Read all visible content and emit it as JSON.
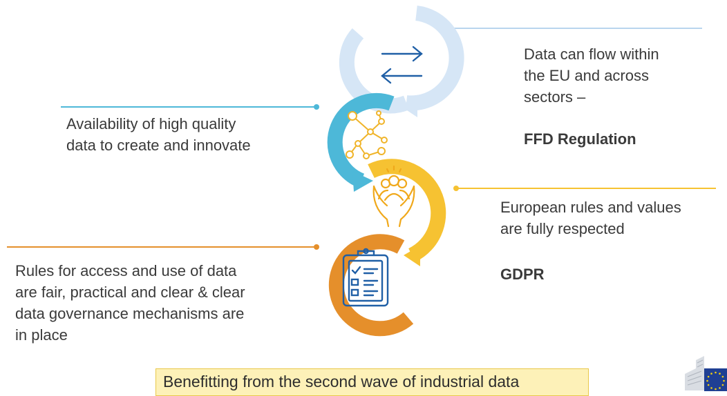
{
  "steps": [
    {
      "lines": [
        "Data can flow within",
        "the EU and across",
        "sectors –"
      ],
      "highlight": "FFD Regulation",
      "color": "#d6e6f6",
      "icon": "bidirectional-arrows-icon"
    },
    {
      "lines": [
        "Availability of high quality",
        "data to create and innovate"
      ],
      "highlight": "",
      "color": "#4db8d8",
      "icon": "data-network-icon"
    },
    {
      "lines": [
        "European rules and values",
        "are fully respected"
      ],
      "highlight": "GDPR",
      "color": "#f6c232",
      "icon": "people-in-hands-icon"
    },
    {
      "lines": [
        "Rules for access and use of data",
        "are fair, practical and clear & clear",
        "data governance mechanisms are",
        "in place"
      ],
      "highlight": "",
      "color": "#e58f2b",
      "icon": "clipboard-checklist-icon"
    }
  ],
  "banner": "Benefitting from the second wave of industrial data",
  "logo_icon": "eu-flag-logo-icon"
}
